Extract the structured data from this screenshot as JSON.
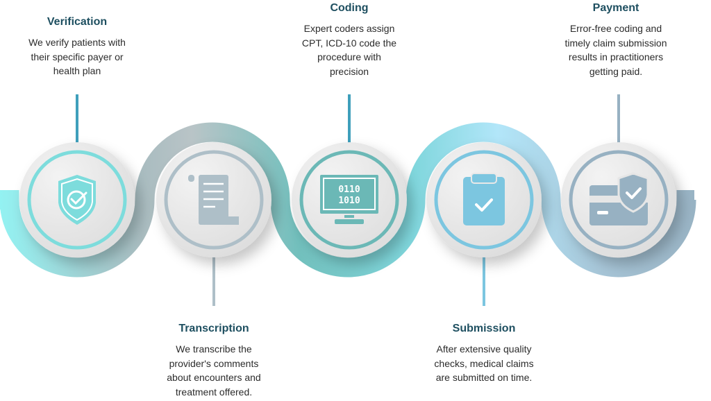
{
  "steps": [
    {
      "id": "verification",
      "title": "Verification",
      "description": "We verify patients with\ntheir specific payer or\nhealth plan",
      "icon": "shield-check-icon",
      "color": "#7ddcdc"
    },
    {
      "id": "transcription",
      "title": "Transcription",
      "description": "We transcribe the\nprovider's comments\nabout encounters and\ntreatment offered.",
      "icon": "scroll-document-icon",
      "color": "#aebfc8"
    },
    {
      "id": "coding",
      "title": "Coding",
      "description": "Expert coders assign\nCPT, ICD-10 code the\nprocedure with\nprecision",
      "icon": "computer-binary-icon",
      "color": "#6bb8b6"
    },
    {
      "id": "submission",
      "title": "Submission",
      "description": "After extensive quality\nchecks, medical claims\nare submitted on time.",
      "icon": "clipboard-check-icon",
      "color": "#7cc6e0"
    },
    {
      "id": "payment",
      "title": "Payment",
      "description": "Error-free coding and\ntimely claim submission\nresults in practitioners\ngetting paid.",
      "icon": "card-shield-icon",
      "color": "#97b1c2"
    }
  ]
}
